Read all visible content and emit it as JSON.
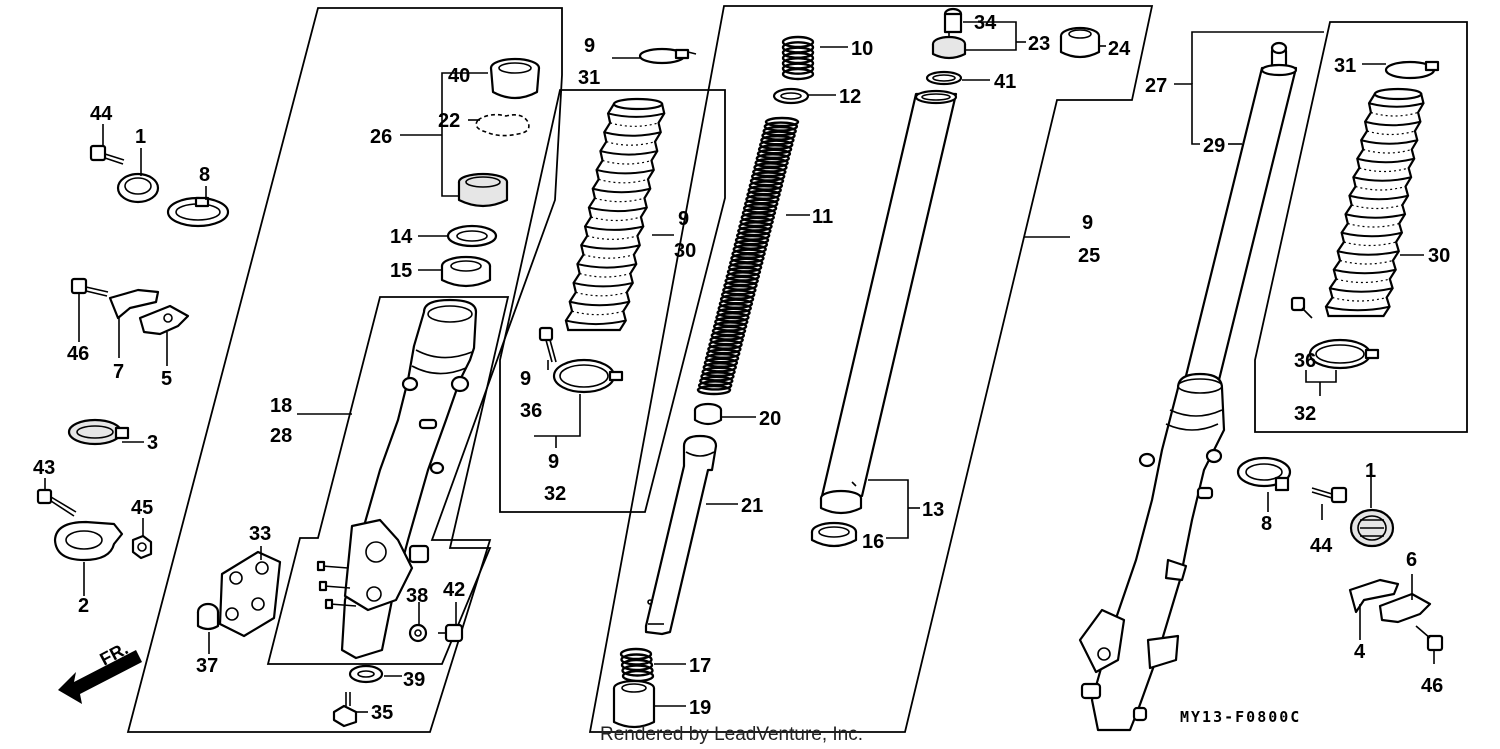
{
  "diagram": {
    "part_code": "MY13-F0800C",
    "credit": "Rendered by LeadVenture, Inc.",
    "direction_label": "FR.",
    "callouts": {
      "c1a": "1",
      "c1b": "1",
      "c2": "2",
      "c3": "3",
      "c4": "4",
      "c5": "5",
      "c6": "6",
      "c7": "7",
      "c8a": "8",
      "c8b": "8",
      "c9a": "9",
      "c9b": "9",
      "c9c": "9",
      "c9d": "9",
      "c9e": "9",
      "c10": "10",
      "c11": "11",
      "c12": "12",
      "c13": "13",
      "c14": "14",
      "c15": "15",
      "c16": "16",
      "c17": "17",
      "c18": "18",
      "c19": "19",
      "c20": "20",
      "c21": "21",
      "c22": "22",
      "c23": "23",
      "c24": "24",
      "c25": "25",
      "c26": "26",
      "c27": "27",
      "c28": "28",
      "c29": "29",
      "c30a": "30",
      "c30b": "30",
      "c31a": "31",
      "c31b": "31",
      "c32a": "32",
      "c32b": "32",
      "c33": "33",
      "c34": "34",
      "c35": "35",
      "c36a": "36",
      "c36b": "36",
      "c37": "37",
      "c38": "38",
      "c39": "39",
      "c40": "40",
      "c41": "41",
      "c42": "42",
      "c43": "43",
      "c44a": "44",
      "c44b": "44",
      "c45": "45",
      "c46a": "46",
      "c46b": "46"
    }
  }
}
